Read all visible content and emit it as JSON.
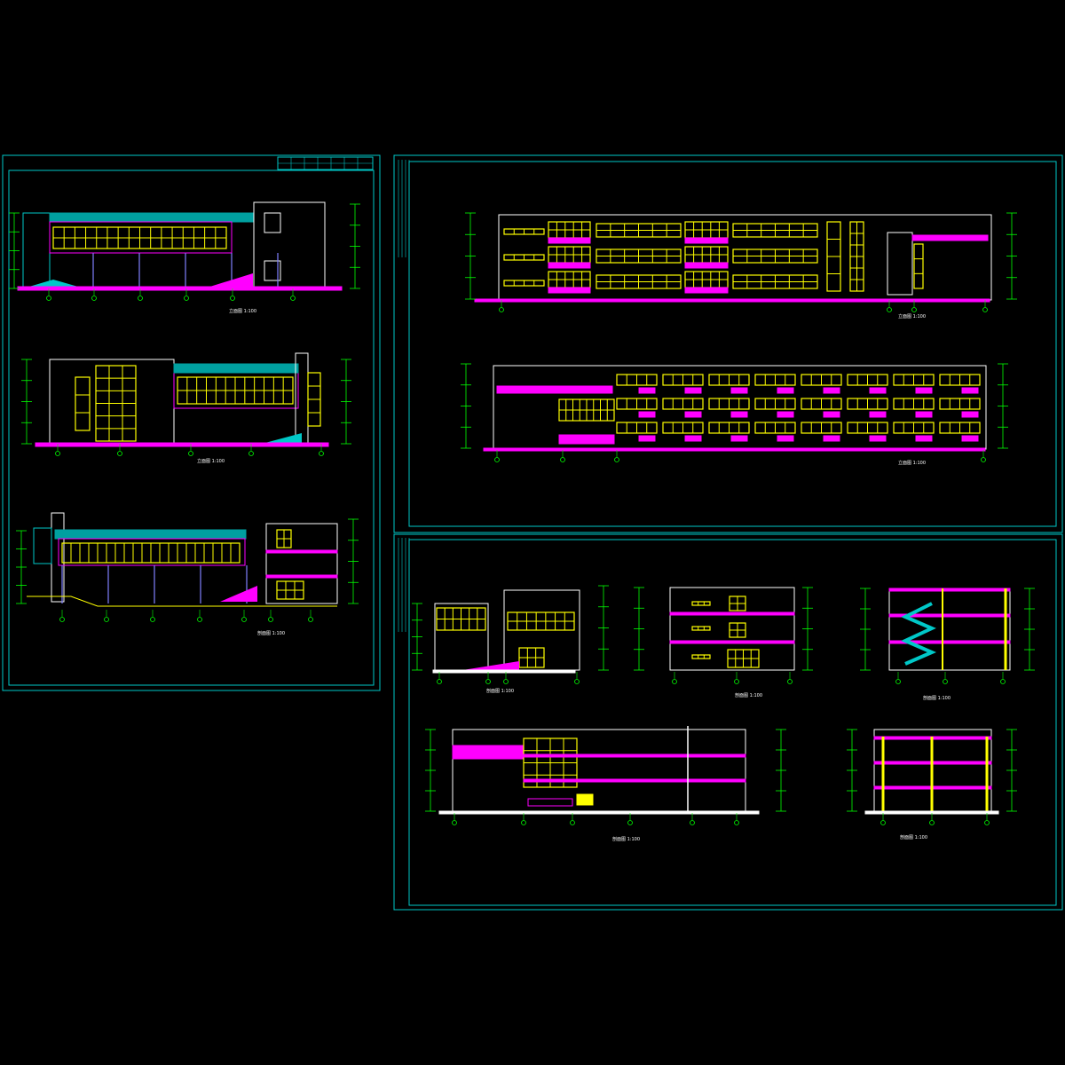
{
  "sheets": [
    {
      "id": "sheet-left",
      "drawings": [
        {
          "name": "elevation-1",
          "caption": "立面图 1:100"
        },
        {
          "name": "elevation-2",
          "caption": "立面图 1:100"
        },
        {
          "name": "section-long",
          "caption": "剖面图 1:100"
        }
      ]
    },
    {
      "id": "sheet-top-right",
      "drawings": [
        {
          "name": "elevation-3",
          "caption": "立面图 1:100"
        },
        {
          "name": "elevation-4",
          "caption": "立面图 1:100"
        }
      ]
    },
    {
      "id": "sheet-bottom-right",
      "drawings": [
        {
          "name": "section-a",
          "caption": "剖面图 1:100"
        },
        {
          "name": "section-b",
          "caption": "剖面图 1:100"
        },
        {
          "name": "section-c",
          "caption": "剖面图 1:100"
        },
        {
          "name": "section-d",
          "caption": "剖面图 1:100"
        },
        {
          "name": "section-e",
          "caption": "剖面图 1:100"
        }
      ]
    }
  ],
  "colors": {
    "background": "#000000",
    "frame": "#00c8c8",
    "window": "#ffff00",
    "slab": "#ff00ff",
    "outline": "#ffffff",
    "axis": "#00ff00",
    "roof": "#00a0a0",
    "column": "#8080ff"
  }
}
